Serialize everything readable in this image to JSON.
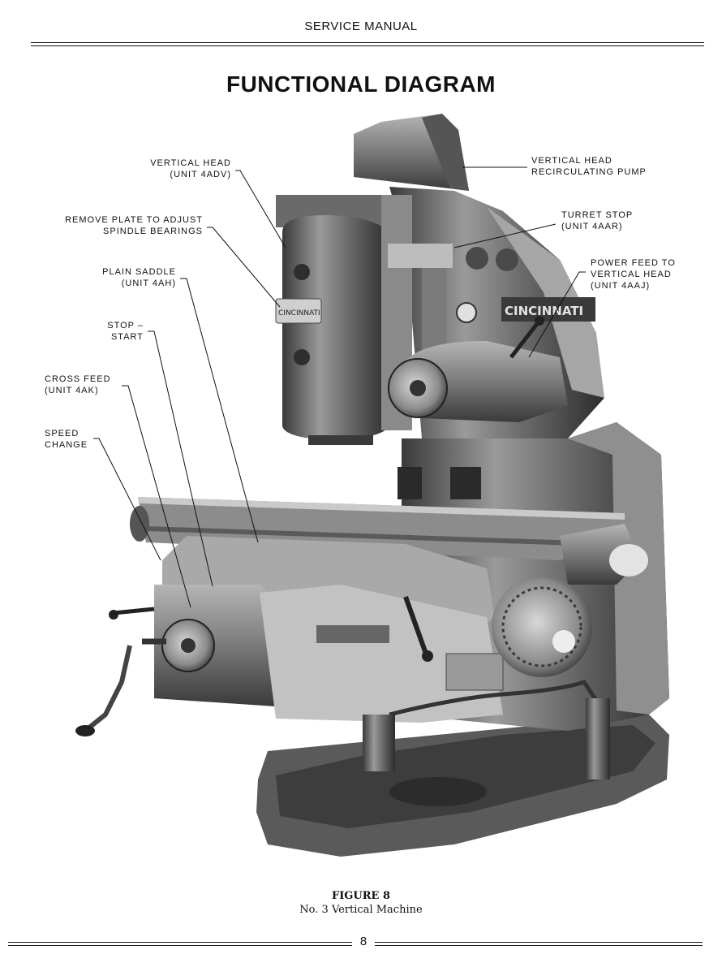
{
  "header": {
    "running_title": "SERVICE MANUAL"
  },
  "title": "FUNCTIONAL DIAGRAM",
  "callouts": {
    "vertical_head": [
      "VERTICAL HEAD",
      "(UNIT 4ADV)"
    ],
    "remove_plate": [
      "REMOVE PLATE TO ADJUST",
      "SPINDLE BEARINGS"
    ],
    "plain_saddle": [
      "PLAIN SADDLE",
      "(UNIT 4AH)"
    ],
    "stop_start": [
      "STOP –",
      "START"
    ],
    "cross_feed": [
      "CROSS FEED",
      "(UNIT 4AK)"
    ],
    "speed_change": [
      "SPEED",
      "CHANGE"
    ],
    "recirculating_pump": [
      "VERTICAL HEAD",
      "RECIRCULATING PUMP"
    ],
    "turret_stop": [
      "TURRET STOP",
      "(UNIT 4AAR)"
    ],
    "power_feed": [
      "POWER FEED TO",
      "VERTICAL HEAD",
      "(UNIT 4AAJ)"
    ]
  },
  "photo": {
    "nameplate_column": "CINCINNATI",
    "nameplate_head": "CINCINNATI"
  },
  "caption": {
    "figure": "FIGURE 8",
    "subtitle": "No. 3 Vertical Machine"
  },
  "page_number": "8"
}
